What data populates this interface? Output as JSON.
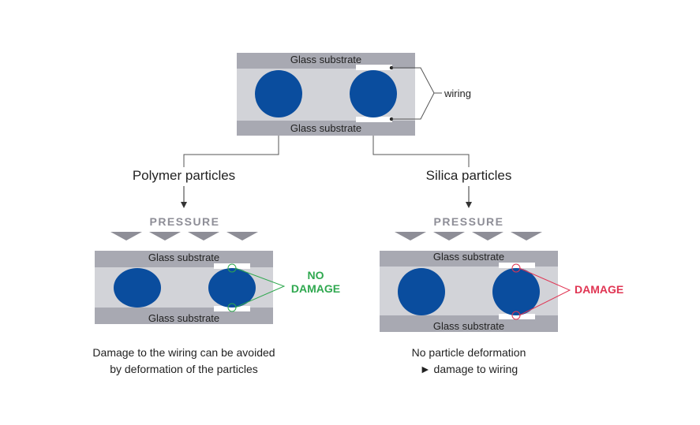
{
  "top_cell": {
    "substrate_top": "Glass substrate",
    "substrate_bottom": "Glass substrate",
    "wiring_label": "wiring"
  },
  "branches": {
    "left_label": "Polymer particles",
    "right_label": "Silica particles"
  },
  "left_panel": {
    "pressure": "PRESSURE",
    "substrate_top": "Glass substrate",
    "substrate_bottom": "Glass substrate",
    "result_line1": "NO",
    "result_line2": "DAMAGE",
    "caption_line1": "Damage to the wiring can be avoided",
    "caption_line2": "by deformation of the particles"
  },
  "right_panel": {
    "pressure": "PRESSURE",
    "substrate_top": "Glass substrate",
    "substrate_bottom": "Glass substrate",
    "result": "DAMAGE",
    "caption_line1": "No particle deformation",
    "caption_line2": "► damage to wiring"
  },
  "colors": {
    "glass": "#a8a9b2",
    "gap": "#d2d3d8",
    "particle": "#0a4d9e",
    "wiring": "#ffffff",
    "pressure": "#8e8e97",
    "no_damage": "#2fa84f",
    "damage": "#e03553",
    "line": "#555555"
  }
}
